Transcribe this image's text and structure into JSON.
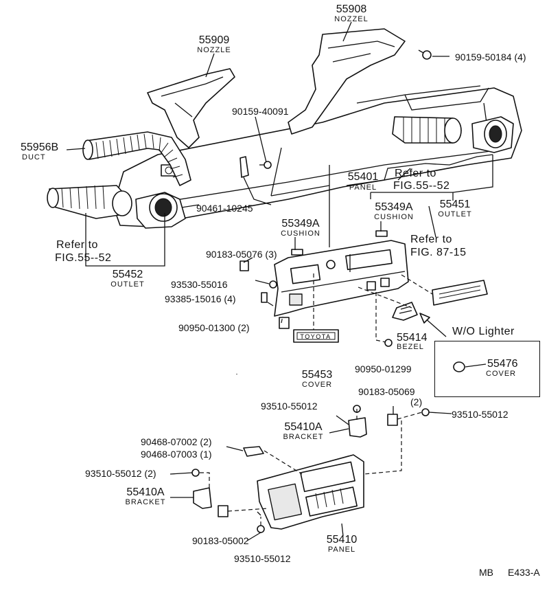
{
  "parts": {
    "p55908": {
      "number": "55908",
      "name": "NOZZEL"
    },
    "p55909": {
      "number": "55909",
      "name": "NOZZLE"
    },
    "p90159_50184": {
      "code": "90159-50184 (4)"
    },
    "p90159_40091": {
      "code": "90159-40091"
    },
    "p55956B": {
      "number": "55956B",
      "name": "DUCT"
    },
    "p55401": {
      "number": "55401",
      "name": "PANEL"
    },
    "p90461_10245": {
      "code": "90461-10245"
    },
    "p55349A_a": {
      "number": "55349A",
      "name": "CUSHION"
    },
    "p55349A_b": {
      "number": "55349A",
      "name": "CUSHION"
    },
    "p55451": {
      "number": "55451",
      "name": "OUTLET"
    },
    "p55452": {
      "number": "55452",
      "name": "OUTLET"
    },
    "p90183_05076": {
      "code": "90183-05076 (3)"
    },
    "p93530_55016": {
      "code": "93530-55016"
    },
    "p93385_15016": {
      "code": "93385-15016 (4)"
    },
    "p90950_01300": {
      "code": "90950-01300 (2)"
    },
    "p55453": {
      "number": "55453",
      "name": "COVER",
      "emblem": "TOYOTA"
    },
    "p55414": {
      "number": "55414",
      "name": "BEZEL"
    },
    "p90950_01299": {
      "code": "90950-01299"
    },
    "p55476": {
      "number": "55476",
      "name": "COVER"
    },
    "p93510_55012_a": {
      "code": "93510-55012"
    },
    "p90183_05069": {
      "code": "90183-05069",
      "qty": "(2)"
    },
    "p93510_55012_b": {
      "code": "93510-55012"
    },
    "p55410A_a": {
      "number": "55410A",
      "name": "BRACKET"
    },
    "p90468_07002": {
      "code": "90468-07002 (2)"
    },
    "p90468_07003": {
      "code": "90468-07003 (1)"
    },
    "p93510_55012_c": {
      "code": "93510-55012 (2)"
    },
    "p55410A_b": {
      "number": "55410A",
      "name": "BRACKET"
    },
    "p90183_05002": {
      "code": "90183-05002"
    },
    "p93510_55012_d": {
      "code": "93510-55012"
    },
    "p55410": {
      "number": "55410",
      "name": "PANEL"
    }
  },
  "refs": {
    "left": {
      "line1": "Refer to",
      "line2": "FIG.55--52"
    },
    "center": {
      "line1": "Refer to",
      "line2": "FIG.55--52"
    },
    "right": {
      "line1": "Refer to",
      "line2": "FIG. 87-15"
    }
  },
  "variant_box": {
    "title": "W/O Lighter"
  },
  "footer": {
    "catalog": "MB",
    "diagram_id": "E433-A"
  }
}
